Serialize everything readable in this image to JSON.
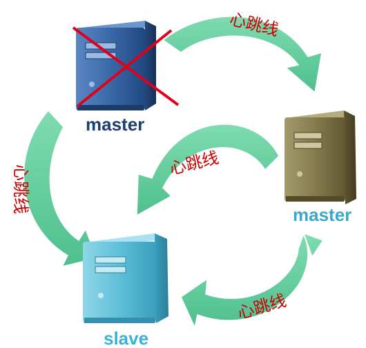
{
  "colors": {
    "arrow": "#66cc99",
    "arrow_label": "#cc0000",
    "cross": "#e0001a",
    "master_failed_label": "#1d3f6e",
    "master_new_label": "#3aa8c8",
    "slave_label": "#3ab2d6",
    "server_failed": "#2e5a94",
    "server_new": "#7a7046",
    "server_slave": "#4fb6cf"
  },
  "nodes": {
    "master_failed": {
      "label": "master",
      "icon": "server-icon",
      "status": "failed (crossed out)"
    },
    "master_new": {
      "label": "master",
      "icon": "server-icon"
    },
    "slave": {
      "label": "slave",
      "icon": "server-icon"
    }
  },
  "arrows": {
    "top": {
      "label": "心跳线"
    },
    "left": {
      "label": "心跳线"
    },
    "inner": {
      "label": "心跳线"
    },
    "bottom": {
      "label": "心跳线"
    }
  }
}
